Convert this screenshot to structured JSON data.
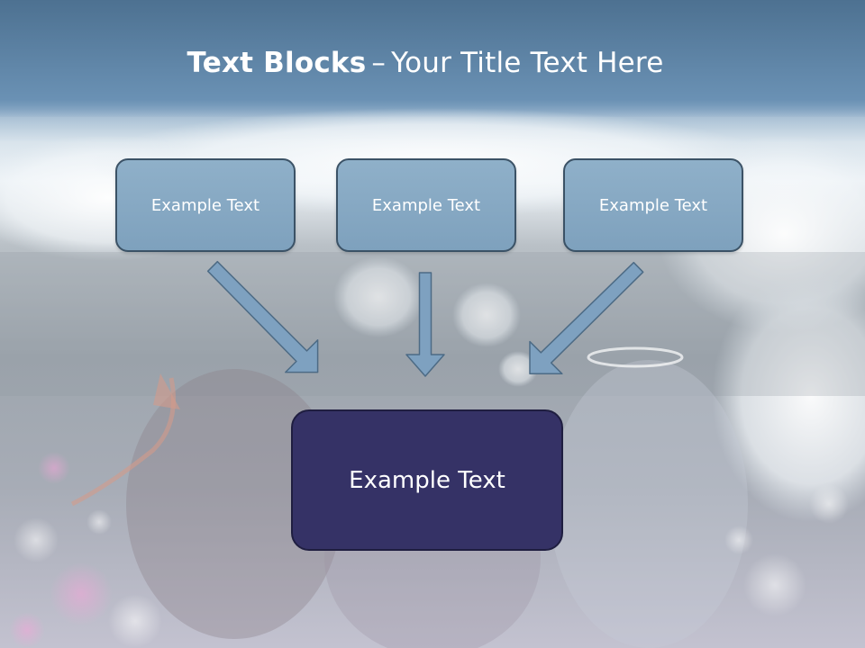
{
  "slide": {
    "title_bold": "Text Blocks",
    "title_separator": "–",
    "title_rest": "Your Title Text Here",
    "boxes": [
      {
        "label": "Example Text"
      },
      {
        "label": "Example Text"
      },
      {
        "label": "Example Text"
      }
    ],
    "center_box": {
      "label": "Example Text"
    }
  },
  "colors": {
    "title_bar": "#6a91b4",
    "small_box_fill": "#86a8c3",
    "small_box_border": "#3b5266",
    "center_box_fill": "#353266",
    "arrow_fill": "#7ea1c0"
  }
}
